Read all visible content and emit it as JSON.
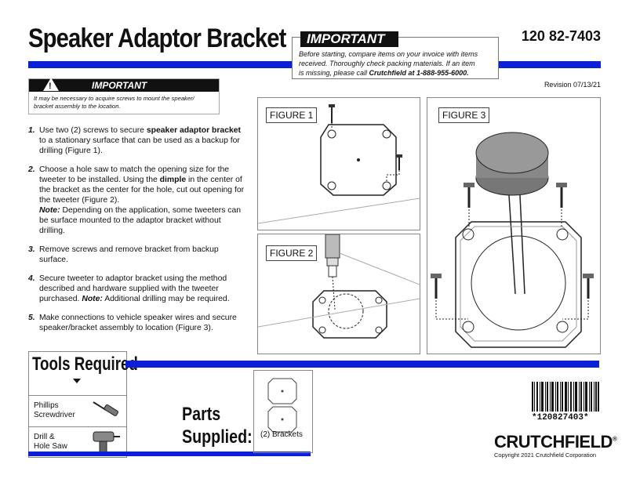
{
  "header": {
    "title": "Speaker Adaptor Bracket",
    "part_number": "120 82-7403",
    "revision": "Revision 07/13/21"
  },
  "top_notice": {
    "heading": "IMPORTANT",
    "line1": "Before starting, compare items on your invoice with items",
    "line2": "received.  Thoroughly check packing materials.  If an item",
    "line3_prefix": "is missing, please call ",
    "line3_bold": "Crutchfield at 1-888-955-6000."
  },
  "side_notice": {
    "heading": "IMPORTANT",
    "icon_glyph": "!",
    "line1": "It may be necessary to acquire screws to mount the speaker/",
    "line2": "bracket assembly to the location."
  },
  "steps": [
    {
      "num": "1.",
      "pre": "Use two (2) screws to secure ",
      "bold": "speaker adaptor bracket",
      "post": " to a stationary surface that can be used as a backup for drilling (Figure 1)."
    },
    {
      "num": "2.",
      "pre": "Choose a hole saw to match the opening size for the tweeter to be installed.  Using the ",
      "bold": "dimple",
      "post": " in the center of the bracket as the center for the hole, cut out opening for the tweeter (Figure 2).",
      "note_label": "Note:",
      "note_text": " Depending on the application, some tweeters can be surface mounted to the adaptor bracket without drilling."
    },
    {
      "num": "3.",
      "pre": "Remove screws and remove bracket from backup surface.",
      "bold": "",
      "post": ""
    },
    {
      "num": "4.",
      "pre": "Secure tweeter to adaptor bracket using the method described and hardware supplied with the tweeter purchased.  ",
      "bold": "Note:",
      "post": "  Additional drilling may be required."
    },
    {
      "num": "5.",
      "pre": "Make connections to vehicle speaker wires and secure speaker/bracket assembly to location (Figure 3).",
      "bold": "",
      "post": ""
    }
  ],
  "figures": {
    "fig1_label": "FIGURE 1",
    "fig2_label": "FIGURE 2",
    "fig3_label": "FIGURE 3"
  },
  "tools": {
    "title": "Tools Required",
    "items": [
      {
        "line1": "Phillips",
        "line2": "Screwdriver"
      },
      {
        "line1": "Drill &",
        "line2": "Hole Saw"
      }
    ]
  },
  "parts": {
    "title_line1": "Parts",
    "title_line2": "Supplied:",
    "item": "(2) Brackets"
  },
  "footer": {
    "barcode_text": "*120827403*",
    "brand": "CRUTCHFIELD",
    "registered": "®",
    "copyright": "Copyright 2021  Crutchfield Corporation"
  },
  "colors": {
    "accent_blue": "#0a1fd6",
    "black": "#111111"
  }
}
